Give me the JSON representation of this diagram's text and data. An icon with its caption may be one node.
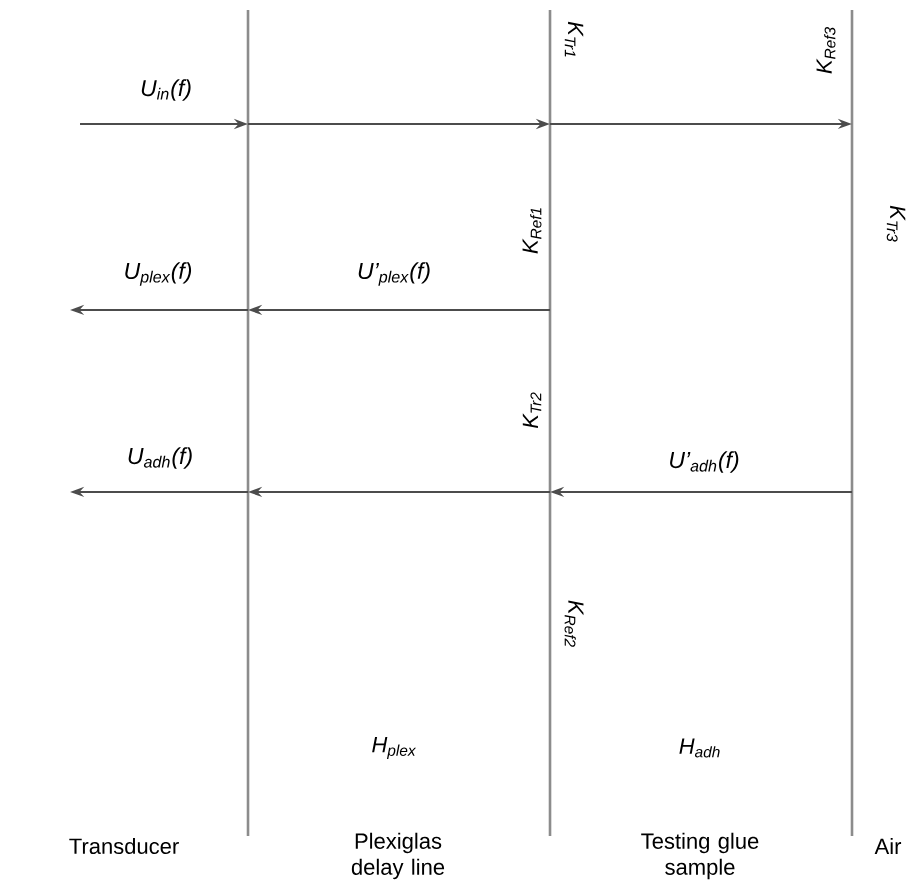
{
  "diagram": {
    "nodes": [
      {
        "text": [],
        "shape": "line"
      },
      {
        "text": [],
        "shape": "line",
        "beside": [
          "K$_{Tr1}$",
          "K$_{Ref1}$",
          "K$_{Tr2}$",
          "K$_{Ref2}$"
        ]
      },
      {
        "text": [],
        "shape": "line",
        "beside": [
          "K$_{Ref3}$",
          "K$_{Tr3}$"
        ]
      }
    ],
    "edges": [
      {
        "from": null,
        "to": 0,
        "arrow": "to",
        "label": "U$_{in}$(f)"
      },
      {
        "from": 0,
        "to": 1,
        "arrow": "to"
      },
      {
        "from": 1,
        "to": 2,
        "arrow": "to"
      },
      {
        "from": 1,
        "to": 0,
        "arrow": "to",
        "label": "U’$_{plex}$(f)"
      },
      {
        "from": 0,
        "to": null,
        "arrow": "to",
        "label": "U$_{plex}$(f)"
      },
      {
        "from": 2,
        "to": 1,
        "arrow": "to",
        "label": "U’$_{adh}$(f)"
      },
      {
        "from": 1,
        "to": 0,
        "arrow": "to"
      },
      {
        "from": 0,
        "to": null,
        "arrow": "to",
        "label": "U$_{adh}$(f)"
      }
    ],
    "labels": [
      "H$_{plex}$",
      "H$_{adh}$",
      "Transducer",
      "Plexiglas delay line",
      "Testing glue sample",
      "Air"
    ]
  }
}
